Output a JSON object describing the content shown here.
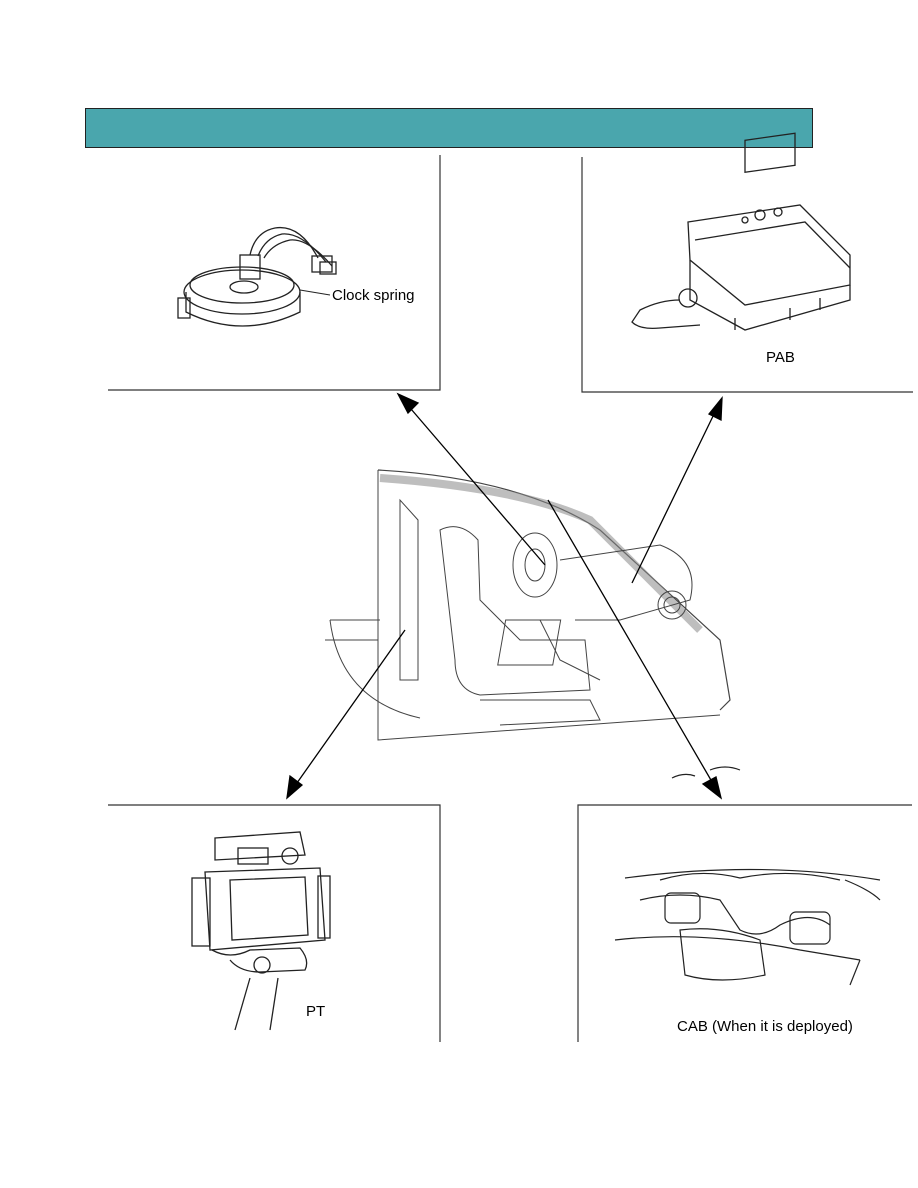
{
  "header": {
    "title": ""
  },
  "panels": {
    "clock_spring": {
      "label": "Clock spring"
    },
    "pab": {
      "label": "PAB"
    },
    "pt": {
      "label": "PT"
    },
    "cab": {
      "label": "CAB (When it is deployed)"
    }
  }
}
